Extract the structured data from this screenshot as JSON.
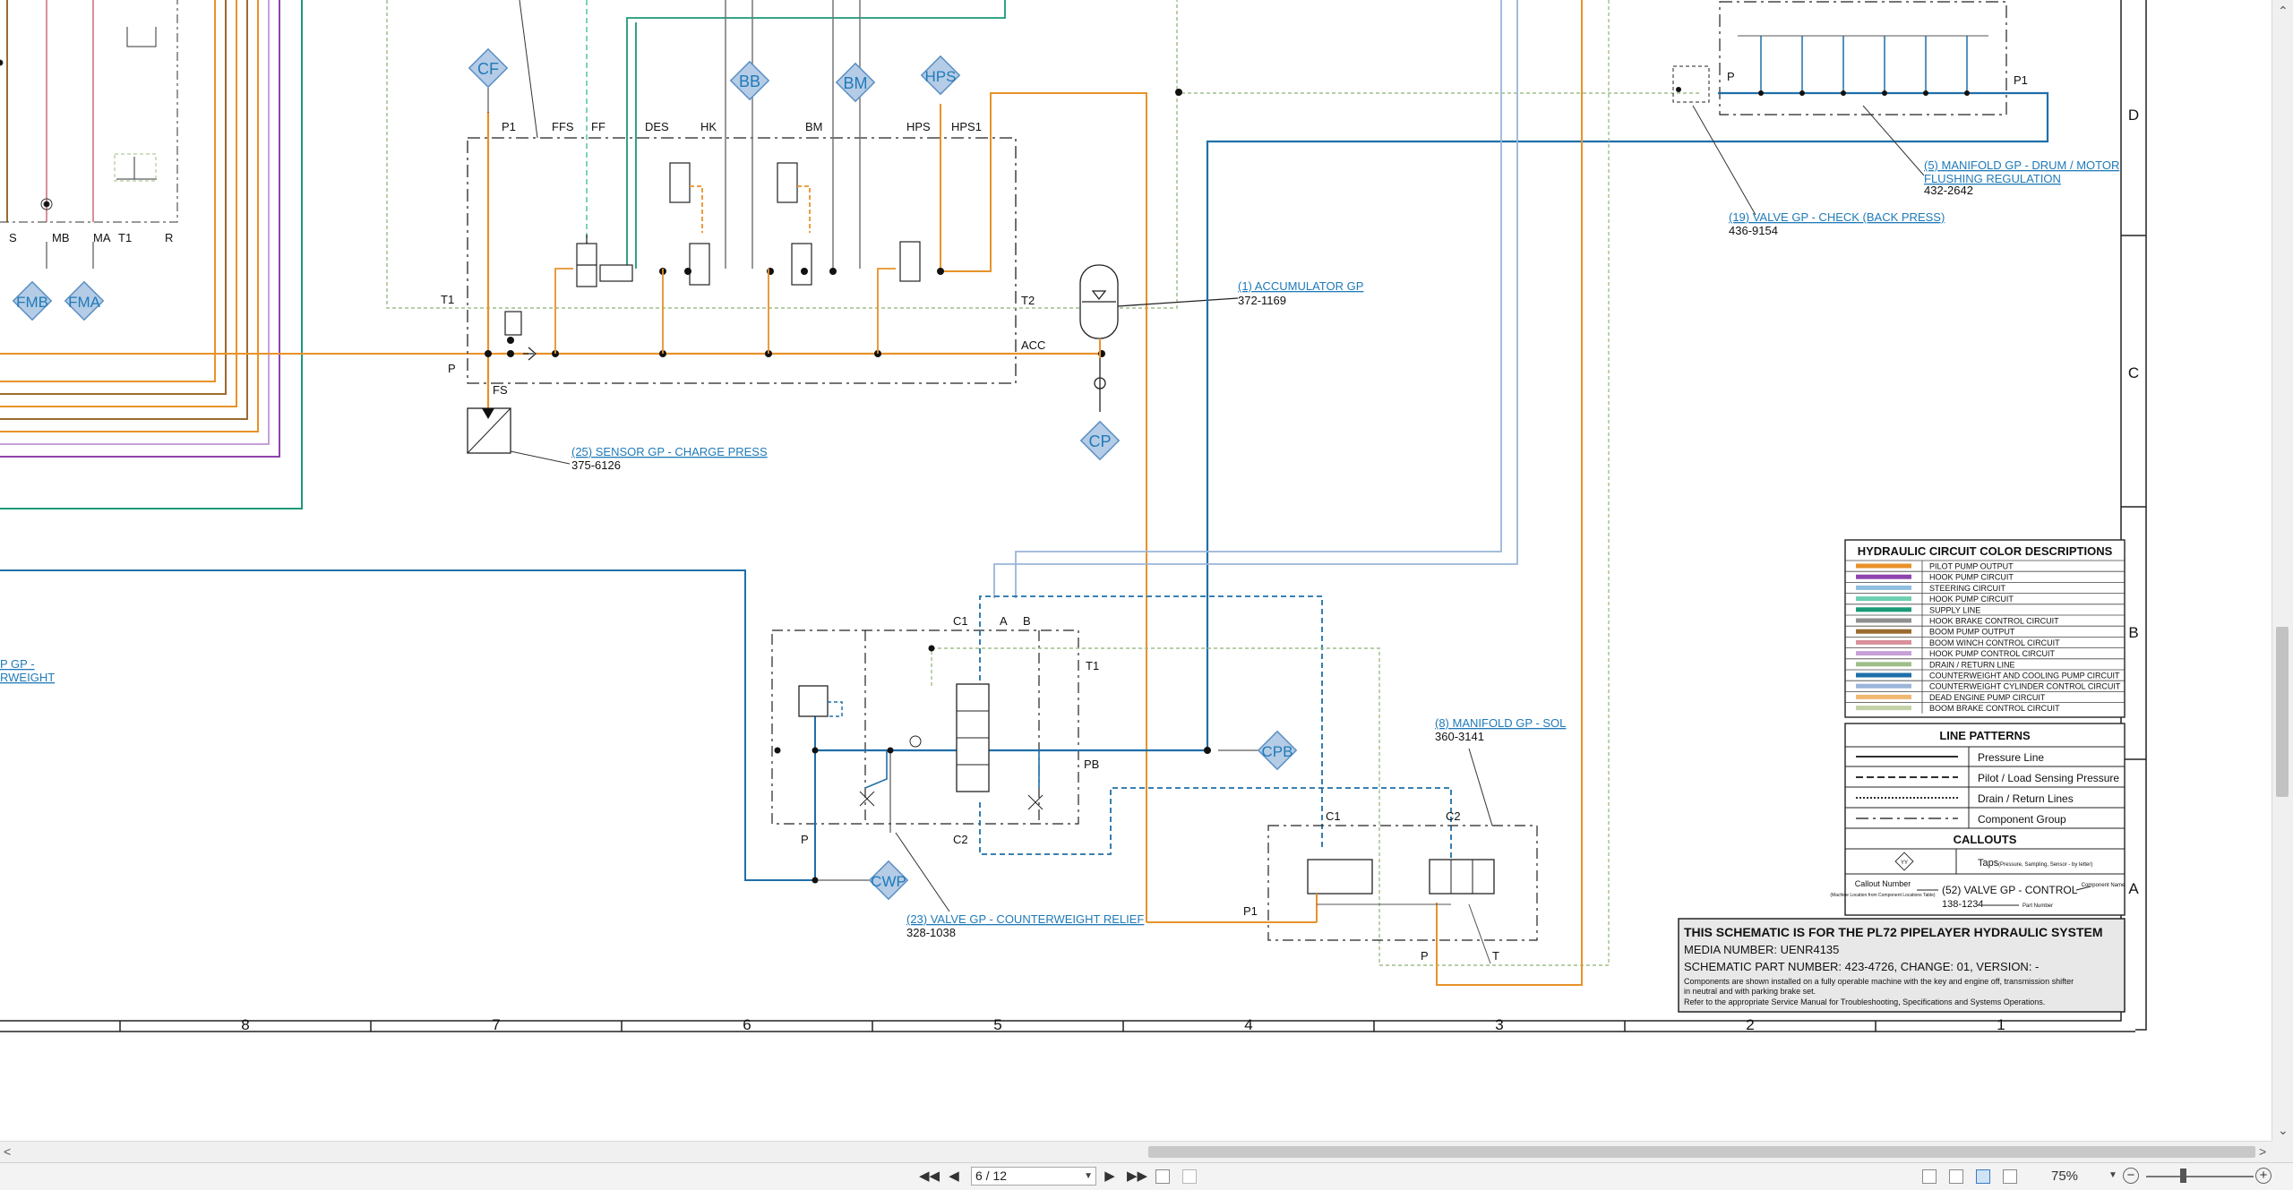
{
  "toolbar": {
    "page_value": "6 / 12",
    "zoom": "75%"
  },
  "schematic": {
    "taps": [
      "CF",
      "BB",
      "BM",
      "HPS",
      "FMB",
      "FMA",
      "CP",
      "CPB",
      "CWP"
    ],
    "ports": [
      "S",
      "MB",
      "MA",
      "T1",
      "R",
      "P1",
      "FFS",
      "FF",
      "DES",
      "HK",
      "BM",
      "HPS",
      "HPS1",
      "T1",
      "T2",
      "P",
      "ACC",
      "FS",
      "C1",
      "A",
      "B",
      "T1",
      "PB",
      "P",
      "C2",
      "C1",
      "C2",
      "P1",
      "P",
      "T",
      "P",
      "P1"
    ],
    "callouts": [
      {
        "label": "(25) SENSOR GP - CHARGE PRESS",
        "part": "375-6126"
      },
      {
        "label": "(1) ACCUMULATOR GP",
        "part": "372-1169"
      },
      {
        "label": "(5) MANIFOLD GP - DRUM / MOTOR",
        "label2": "FLUSHING REGULATION",
        "part": "432-2642"
      },
      {
        "label": "(19) VALVE GP - CHECK (BACK PRESS)",
        "part": "436-9154"
      },
      {
        "label": "(8) MANIFOLD GP - SOL",
        "part": "360-3141"
      },
      {
        "label": "(23) VALVE GP - COUNTERWEIGHT RELIEF",
        "part": "328-1038"
      }
    ],
    "cutoff_callout": {
      "line1": "P GP -",
      "line2": "RWEIGHT"
    },
    "grid_columns": [
      "8",
      "7",
      "6",
      "5",
      "4",
      "3",
      "2",
      "1"
    ],
    "grid_rows": [
      "D",
      "C",
      "B",
      "A"
    ],
    "legend": {
      "title": "HYDRAULIC CIRCUIT COLOR DESCRIPTIONS",
      "items": [
        {
          "color": "#e8922a",
          "label": "PILOT PUMP OUTPUT"
        },
        {
          "color": "#8e44ad",
          "label": "HOOK PUMP CIRCUIT"
        },
        {
          "color": "#8fbfe0",
          "label": "STEERING CIRCUIT"
        },
        {
          "color": "#6ccfb0",
          "label": "HOOK PUMP CIRCUIT"
        },
        {
          "color": "#1a9a78",
          "label": "SUPPLY LINE"
        },
        {
          "color": "#8f8f8f",
          "label": "HOOK BRAKE CONTROL CIRCUIT"
        },
        {
          "color": "#9a6b30",
          "label": "BOOM PUMP OUTPUT"
        },
        {
          "color": "#d9909a",
          "label": "BOOM WINCH CONTROL CIRCUIT"
        },
        {
          "color": "#c7a0d8",
          "label": "HOOK PUMP CONTROL CIRCUIT"
        },
        {
          "color": "#9fbe8a",
          "label": "DRAIN / RETURN LINE"
        },
        {
          "color": "#1f6fa8",
          "label": "COUNTERWEIGHT AND COOLING PUMP CIRCUIT"
        },
        {
          "color": "#9bb5d8",
          "label": "COUNTERWEIGHT CYLINDER CONTROL CIRCUIT"
        },
        {
          "color": "#f0b870",
          "label": "DEAD ENGINE PUMP CIRCUIT"
        },
        {
          "color": "#c2d2a6",
          "label": "BOOM BRAKE CONTROL CIRCUIT"
        }
      ]
    },
    "line_patterns": {
      "title": "LINE PATTERNS",
      "items": [
        "Pressure Line",
        "Pilot / Load Sensing Pressure",
        "Drain / Return Lines",
        "Component Group"
      ]
    },
    "callouts_box": {
      "title": "CALLOUTS",
      "taps_label": "Taps",
      "taps_note": "(Pressure, Sampling, Sensor - by letter)",
      "tap_symbol": "YY",
      "callout_number": "Callout Number",
      "callout_note": "(Machine Location from Component Locations Table)",
      "example": "(52) VALVE GP - CONTROL",
      "example_part": "138-1234",
      "component_name": "Component Name",
      "part_number": "Part Number"
    },
    "info_box": {
      "title": "THIS SCHEMATIC IS FOR THE PL72 PIPELAYER HYDRAULIC SYSTEM",
      "media": "MEDIA NUMBER: UENR4135",
      "part": "SCHEMATIC PART NUMBER: 423-4726, CHANGE: 01, VERSION: -",
      "note1": "Components are shown installed on a fully operable machine with the key and engine off, transmission shifter",
      "note2": "in neutral and with parking brake set.",
      "note3": "Refer to the appropriate Service Manual for Troubleshooting, Specifications and Systems Operations."
    }
  }
}
